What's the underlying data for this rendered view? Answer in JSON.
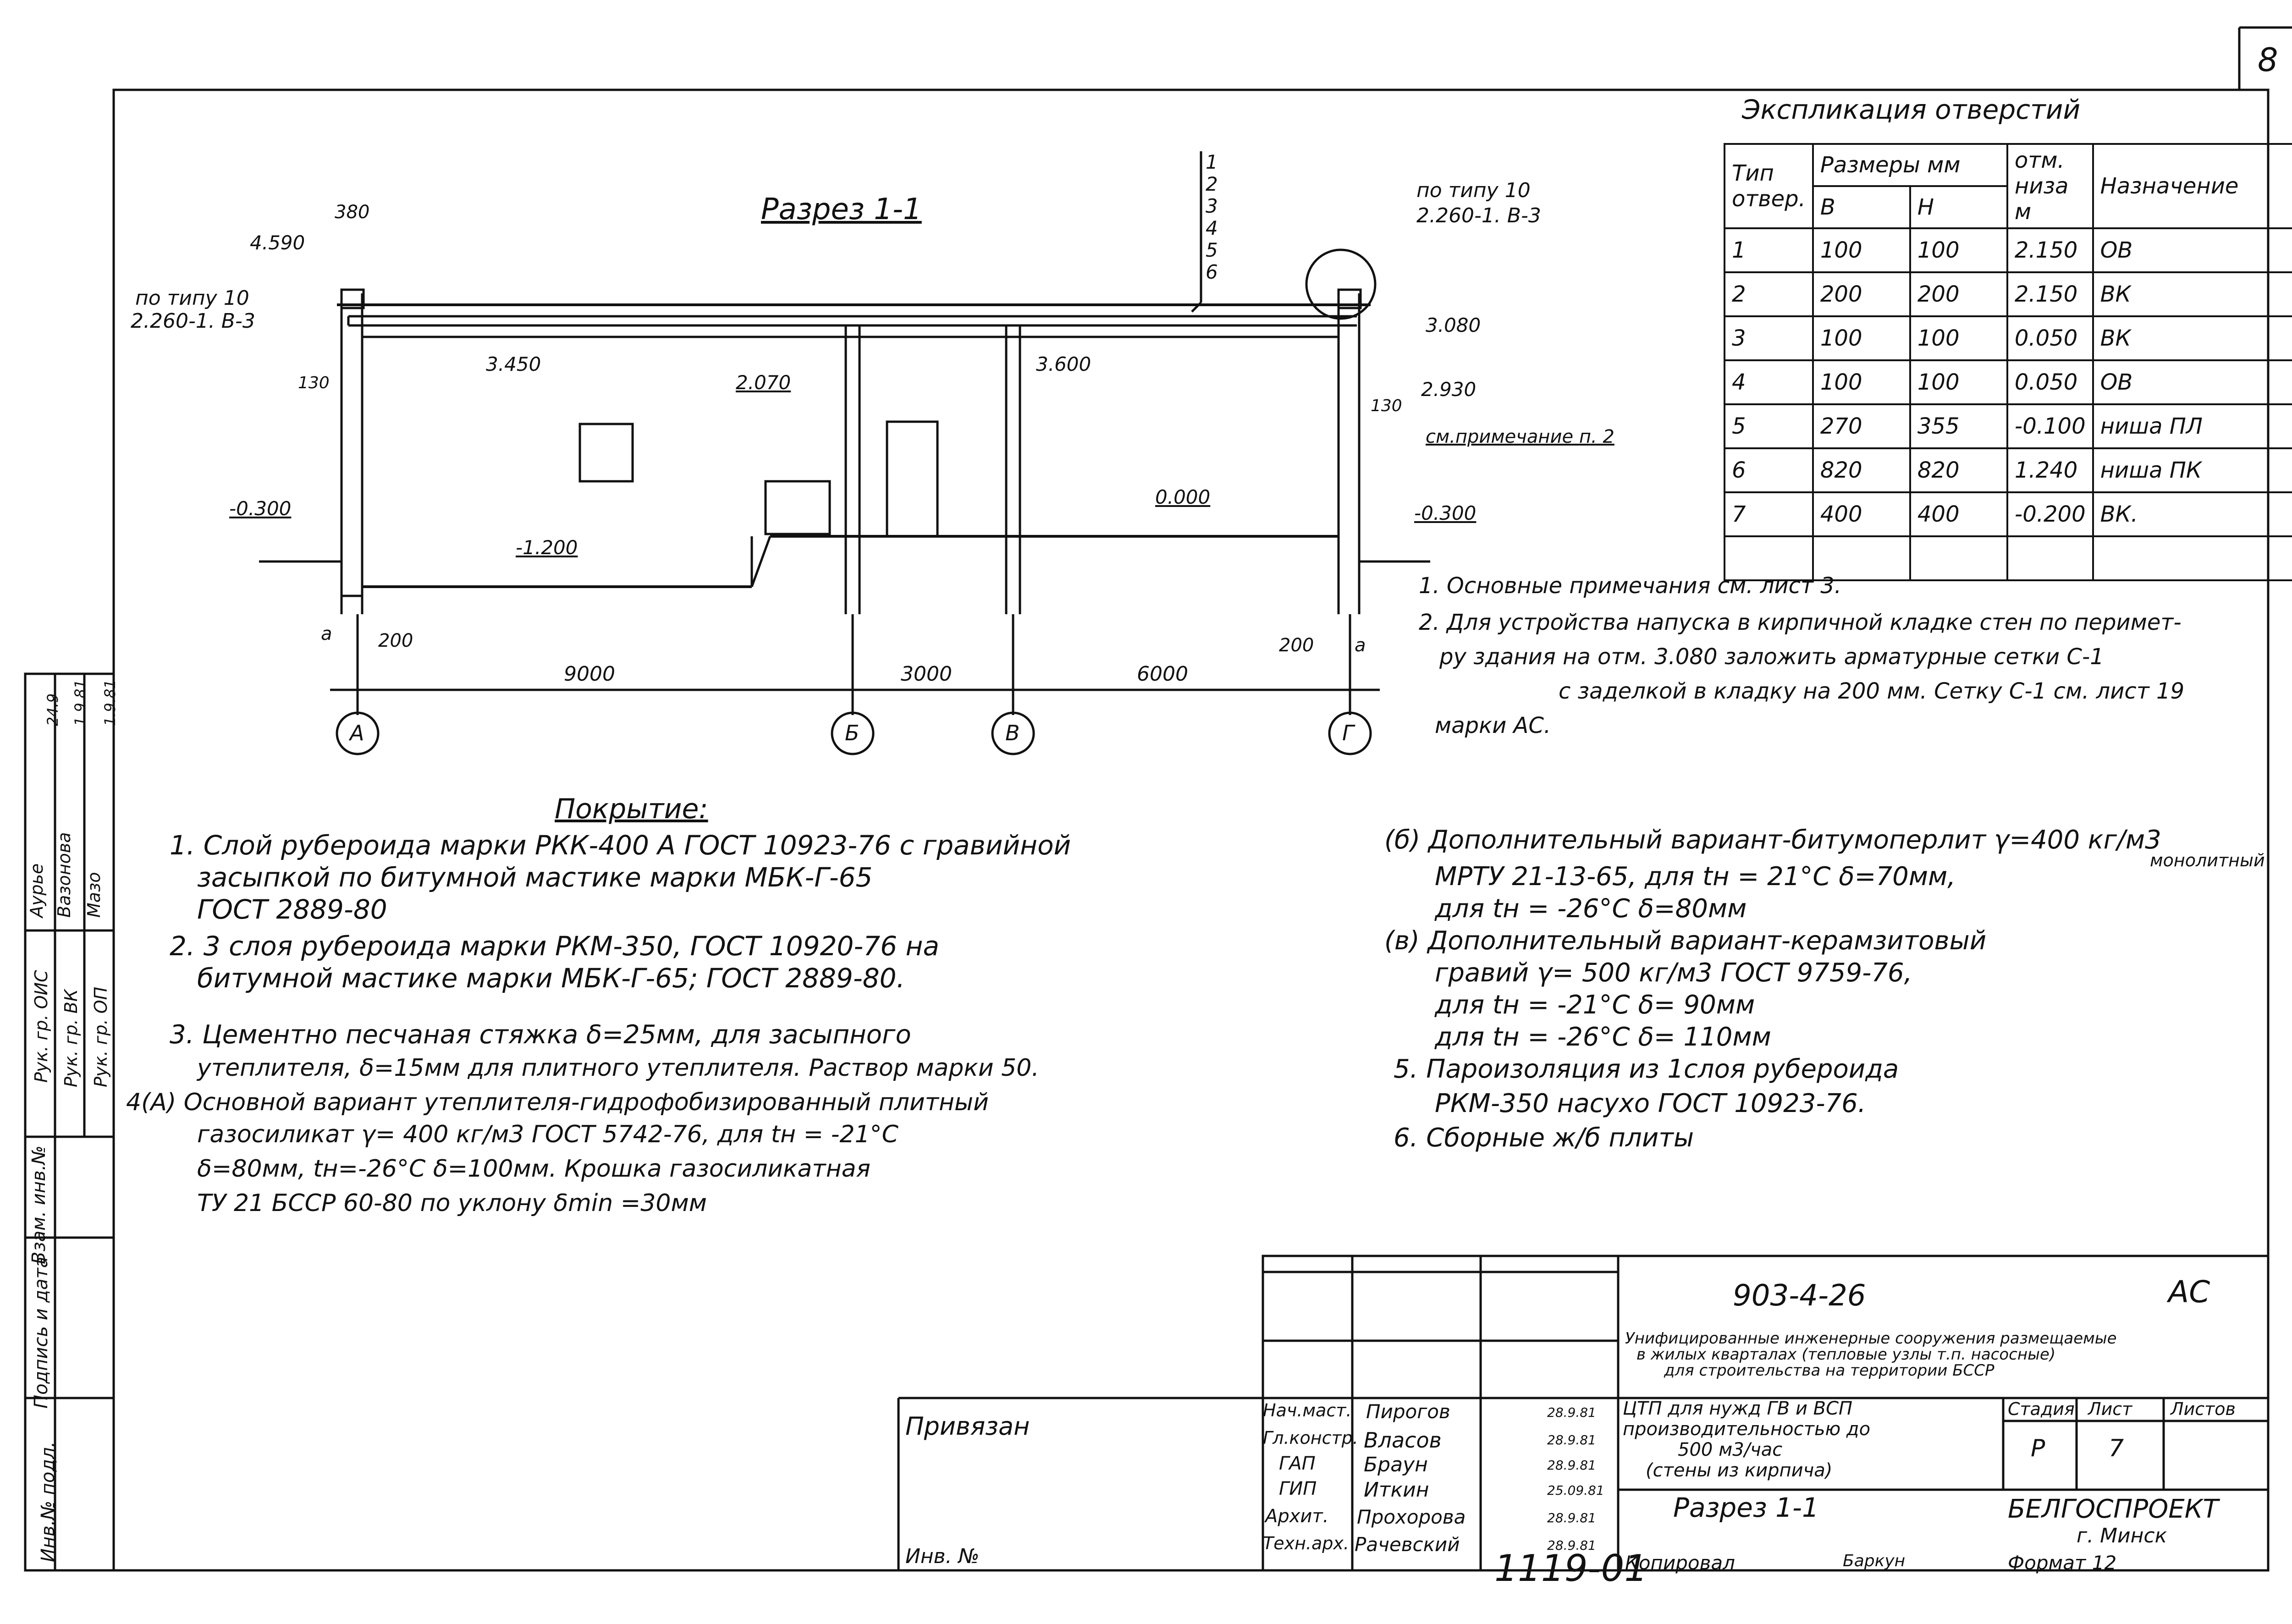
{
  "sheet_number": "8",
  "section": {
    "title": "Разрез 1-1",
    "layer_numbers": [
      "1",
      "2",
      "3",
      "4",
      "5",
      "6"
    ],
    "levels": {
      "top_left": "4.590",
      "parapet_width": "380",
      "ceiling": "3.450",
      "beam": "3.600",
      "window_top": "2.070",
      "right_sill": "3.080",
      "right_sill_low": "2.930",
      "ground_left": "-0.300",
      "ground_right": "-0.300",
      "floor": "0.000",
      "basement": "-1.200"
    },
    "ref_left": "по типу 10",
    "ref_left_code": "2.260-1. В-3",
    "ref_right": "по типу 10",
    "ref_right_code": "2.260-1. В-3",
    "note_ref": "см.примечание п. 2",
    "dim_130_left": "130",
    "dim_130_right": "130",
    "dim_a_left": "a",
    "dim_200_left": "200",
    "dim_a_right": "a",
    "dim_200_right": "200",
    "spans": [
      "9000",
      "3000",
      "6000"
    ],
    "axes": [
      "А",
      "Б",
      "В",
      "Г"
    ]
  },
  "explication": {
    "title": "Экспликация отверстий",
    "headers": {
      "type": "Тип отвер.",
      "sizes": "Размеры мм",
      "b": "В",
      "h": "Н",
      "level": "отм. низа м",
      "purpose": "Назначение"
    },
    "rows": [
      [
        "1",
        "100",
        "100",
        "2.150",
        "ОВ"
      ],
      [
        "2",
        "200",
        "200",
        "2.150",
        "ВК"
      ],
      [
        "3",
        "100",
        "100",
        "0.050",
        "ВК"
      ],
      [
        "4",
        "100",
        "100",
        "0.050",
        "ОВ"
      ],
      [
        "5",
        "270",
        "355",
        "-0.100",
        "ниша ПЛ"
      ],
      [
        "6",
        "820",
        "820",
        "1.240",
        "ниша ПК"
      ],
      [
        "7",
        "400",
        "400",
        "-0.200",
        "ВК."
      ]
    ]
  },
  "notes": [
    "1. Основные примечания см. лист 3.",
    "2. Для устройства напуска в кирпичной кладке стен по перимет-",
    "ру здания на отм. 3.080 заложить арматурные сетки С-1",
    "с заделкой в кладку на 200 мм. Сетку С-1 см. лист 19",
    "марки АС."
  ],
  "covering": {
    "title": "Покрытие:",
    "left_lines": [
      "1. Слой рубероида марки РКК-400 А ГОСТ 10923-76 с гравийной",
      "засыпкой по битумной мастике марки МБК-Г-65",
      "ГОСТ 2889-80",
      "2. 3 слоя рубероида марки РКМ-350, ГОСТ 10920-76 на",
      "битумной мастике марки МБК-Г-65; ГОСТ 2889-80.",
      "3. Цементно песчаная стяжка δ=25мм, для засыпного",
      "утеплителя, δ=15мм для плитного утеплителя. Раствор марки 50.",
      "4(А) Основной вариант утеплителя-гидрофобизированный плитный",
      "газосиликат γ= 400 кг/м3 ГОСТ 5742-76, для tн = -21°С",
      "δ=80мм, tн=-26°С δ=100мм. Крошка газосиликатная",
      "ТУ 21 БССР 60-80 по уклону δmin =30мм"
    ],
    "right_lines": [
      "(б) Дополнительный вариант-битумоперлит γ=400 кг/м3",
      "МРТУ 21-13-65, для tн = 21°С δ=70мм,",
      "для tн = -26°С δ=80мм",
      "(в) Дополнительный вариант-керамзитовый",
      "гравий γ= 500 кг/м3 ГОСТ 9759-76,",
      "для tн = -21°С δ= 90мм",
      "для tн = -26°С δ= 110мм",
      "5. Пароизоляция из 1слоя рубероида",
      "РКМ-350 насухо ГОСТ 10923-76.",
      "6. Сборные ж/б плиты"
    ],
    "monolith": "монолитный"
  },
  "stamp": {
    "code": "903-4-26",
    "mark": "АС",
    "project_lines": [
      "Унифицированные инженерные сооружения размещаемые",
      "в жилых кварталах (тепловые узлы т.п. насосные)",
      "для строительства на территории БССР"
    ],
    "title_lines": [
      "ЦТП для нужд ГВ и ВСП",
      "производительностью до",
      "500 м3/час",
      "(стены из кирпича)"
    ],
    "sheet_title": "Разрез 1-1",
    "stage_label": "Стадия",
    "sheet_label": "Лист",
    "sheets_label": "Листов",
    "stage": "Р",
    "sheet": "7",
    "org": "БЕЛГОСПРОЕКТ",
    "city": "г. Минск",
    "binding": "Привязан",
    "inv_no": "Инв. №",
    "roles": [
      "Нач.маст.",
      "Гл.констр.",
      "ГАП",
      "ГИП",
      "Архит.",
      "Техн.арх."
    ],
    "names": [
      "Пирогов",
      "Власов",
      "Браун",
      "Иткин",
      "Прохорова",
      "Рачевский"
    ],
    "dates": [
      "28.9.81",
      "28.9.81",
      "28.9.81",
      "25.09.81",
      "28.9.81",
      "28.9.81"
    ],
    "copied": "Копировал",
    "copier": "Баркун",
    "format": "Формат 12",
    "archive_no": "1119-01"
  },
  "side_strip": {
    "labels": [
      "Инв.№ подл.",
      "Подпись и дата",
      "Взам. инв.№"
    ],
    "groups": [
      "Рук. гр. ОИС",
      "Рук. гр. ВК",
      "Рук. гр. ОП"
    ],
    "names": [
      "Аурье",
      "Вазонова",
      "Мазо"
    ],
    "dates": [
      "24.9",
      "1.9.81",
      "1.9.81"
    ]
  }
}
